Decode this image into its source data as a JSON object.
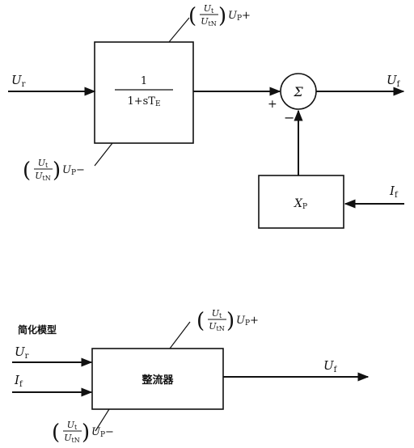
{
  "top": {
    "input_label": "U",
    "input_sub": "r",
    "block_numerator": "1",
    "block_denominator": "1+sT",
    "block_denominator_sub": "E",
    "sum_symbol": "Σ",
    "plus_sign": "+",
    "minus_sign": "−",
    "output_label": "U",
    "output_sub": "f",
    "feedback_block_label": "X",
    "feedback_block_sub": "P",
    "feedback_input_label": "I",
    "feedback_input_sub": "f",
    "upper_limit": {
      "num": "U",
      "num_sub": "t",
      "den": "U",
      "den_sub": "tN",
      "var": "U",
      "var_sub": "P",
      "sign": "+"
    },
    "lower_limit": {
      "num": "U",
      "num_sub": "t",
      "den": "U",
      "den_sub": "tN",
      "var": "U",
      "var_sub": "P",
      "sign": "−"
    }
  },
  "bottom": {
    "title": "简化模型",
    "input1_label": "U",
    "input1_sub": "r",
    "input2_label": "I",
    "input2_sub": "f",
    "block_label": "整流器",
    "output_label": "U",
    "output_sub": "f",
    "upper_limit": {
      "num": "U",
      "num_sub": "t",
      "den": "U",
      "den_sub": "tN",
      "var": "U",
      "var_sub": "P",
      "sign": "+"
    },
    "lower_limit": {
      "num": "U",
      "num_sub": "t",
      "den": "U",
      "den_sub": "tN",
      "var": "U",
      "var_sub": "P",
      "sign": "−"
    }
  }
}
